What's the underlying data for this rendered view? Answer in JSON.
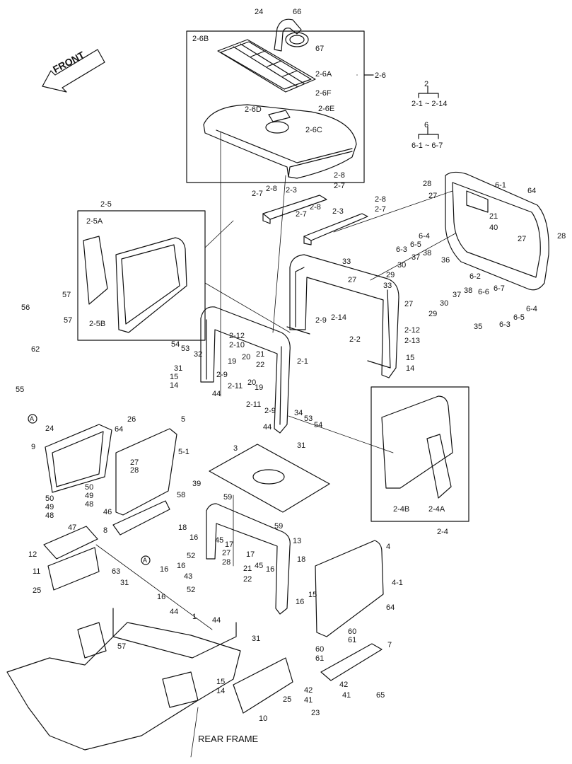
{
  "diagram": {
    "direction_label": "FRONT",
    "frame_label": "REAR FRAME",
    "legend": [
      {
        "parent": "2",
        "range": "2-1 ~ 2-14"
      },
      {
        "parent": "6",
        "range": "6-1 ~ 6-7"
      }
    ],
    "group_labels": [
      "2-5",
      "2-6",
      "2-4"
    ],
    "callouts": [
      "24",
      "66",
      "67",
      "2-6B",
      "2-6A",
      "2-6F",
      "2-6D",
      "2-6E",
      "2-6C",
      "2-6",
      "2-8",
      "2-7",
      "2-3",
      "2-8",
      "2-7",
      "2-8",
      "2-7",
      "2-7",
      "2-8",
      "2-3",
      "28",
      "6-1",
      "64",
      "27",
      "21",
      "40",
      "28",
      "27",
      "6-4",
      "6-5",
      "6-3",
      "37",
      "38",
      "36",
      "30",
      "29",
      "6-2",
      "6-6",
      "6-7",
      "33",
      "27",
      "33",
      "27",
      "37",
      "38",
      "30",
      "29",
      "35",
      "6-4",
      "6-5",
      "6-3",
      "2-5",
      "2-5A",
      "2-5B",
      "57",
      "56",
      "57",
      "62",
      "55",
      "A",
      "2-14",
      "2-9",
      "2-12",
      "2-10",
      "20",
      "2-12",
      "2-13",
      "2-2",
      "15",
      "14",
      "54",
      "53",
      "32",
      "19",
      "2-1",
      "21",
      "22",
      "31",
      "15",
      "14",
      "2-9",
      "2-11",
      "20",
      "19",
      "44",
      "2-11",
      "2-9",
      "44",
      "34",
      "53",
      "54",
      "31",
      "24",
      "64",
      "9",
      "26",
      "5",
      "5-1",
      "27",
      "28",
      "3",
      "50",
      "49",
      "48",
      "50",
      "49",
      "48",
      "47",
      "46",
      "39",
      "58",
      "59",
      "18",
      "8",
      "12",
      "11",
      "25",
      "63",
      "A",
      "31",
      "16",
      "16",
      "52",
      "43",
      "52",
      "16",
      "44",
      "45",
      "17",
      "16",
      "27",
      "28",
      "21",
      "22",
      "17",
      "45",
      "16",
      "59",
      "13",
      "18",
      "16",
      "15",
      "16",
      "4",
      "4-1",
      "64",
      "1",
      "44",
      "57",
      "31",
      "15",
      "14",
      "25",
      "10",
      "60",
      "61",
      "7",
      "60",
      "61",
      "42",
      "41",
      "42",
      "41",
      "65",
      "23",
      "2-4B",
      "2-4A",
      "2-4"
    ]
  }
}
